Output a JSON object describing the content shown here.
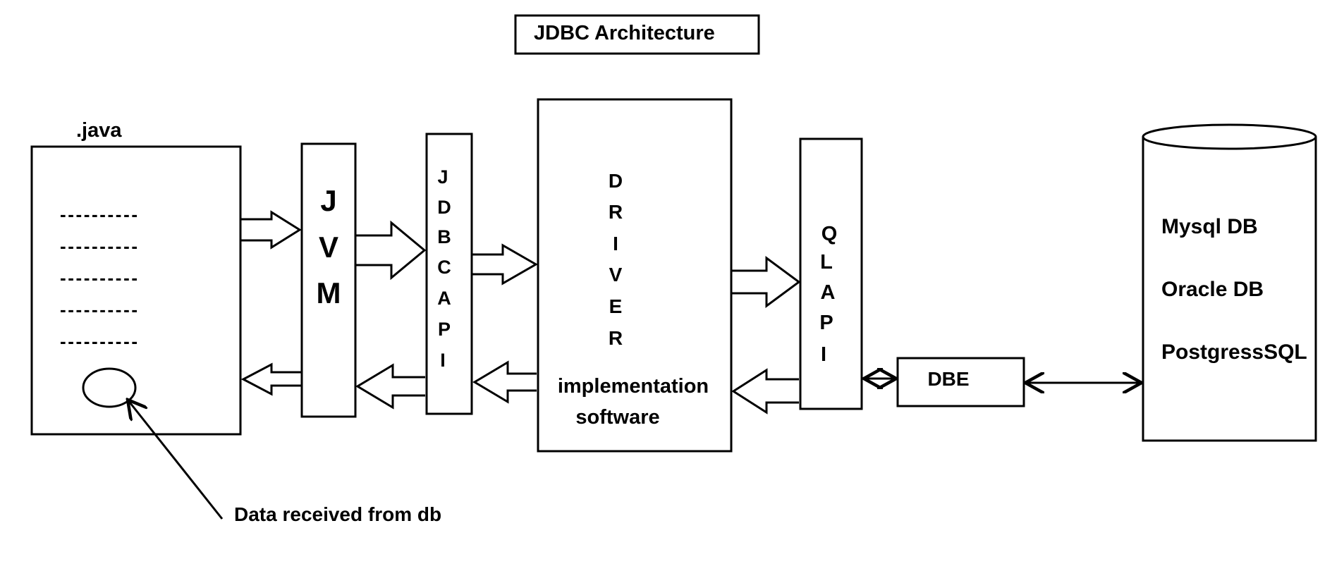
{
  "title": "JDBC Architecture",
  "java_file": {
    "label": ".java",
    "code_lines": [
      "----------",
      "----------",
      "----------",
      "----------",
      "----------"
    ]
  },
  "jvm": {
    "letters": [
      "J",
      "V",
      "M"
    ]
  },
  "jdbc_api": {
    "letters": [
      "J",
      "D",
      "B",
      "C",
      "A",
      "P",
      "I"
    ]
  },
  "driver": {
    "letters": [
      "D",
      "R",
      "I",
      "V",
      "E",
      "R"
    ],
    "caption_line1": "implementation",
    "caption_line2": "software"
  },
  "ql_api": {
    "letters": [
      "Q",
      "L",
      "A",
      "P",
      "I"
    ]
  },
  "dbe": {
    "label": "DBE"
  },
  "database": {
    "items": [
      "Mysql DB",
      "Oracle DB",
      "PostgressSQL"
    ]
  },
  "annotation": {
    "text": "Data received from db"
  }
}
